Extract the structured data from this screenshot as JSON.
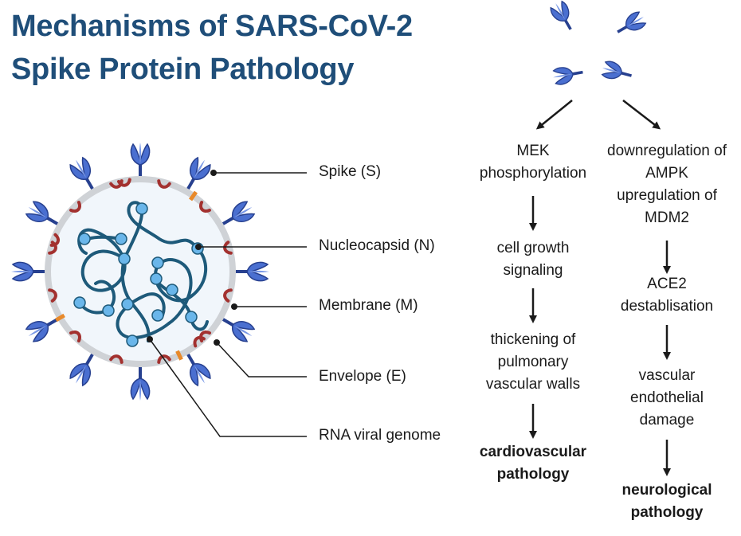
{
  "title": {
    "line1": "Mechanisms of SARS-CoV-2",
    "line2": "Spike Protein Pathology"
  },
  "virus_labels": {
    "spike": "Spike (S)",
    "nucleocapsid": "Nucleocapsid (N)",
    "membrane": "Membrane (M)",
    "envelope": "Envelope (E)",
    "rna": "RNA viral genome"
  },
  "left_pathway": {
    "step1": "MEK phosphorylation",
    "step2": "cell growth signaling",
    "step3": "thickening of pulmonary vascular walls",
    "outcome": "cardiovascular pathology"
  },
  "right_pathway": {
    "step1": "downregulation of AMPK upregulation of MDM2",
    "step2": "ACE2 destablisation",
    "step3": "vascular endothelial damage",
    "outcome": "neurological pathology"
  },
  "colors": {
    "title": "#1f4e79",
    "spike": "#4a6fd0",
    "spike_dark": "#27408f",
    "membrane_protein": "#a3312f",
    "envelope_protein": "#e8892a",
    "rna": "#1e5a7a",
    "nucleocapsid": "#6ab6ea",
    "virus_fill": "#f1f6fb",
    "virus_ring": "#cfd2d6"
  }
}
